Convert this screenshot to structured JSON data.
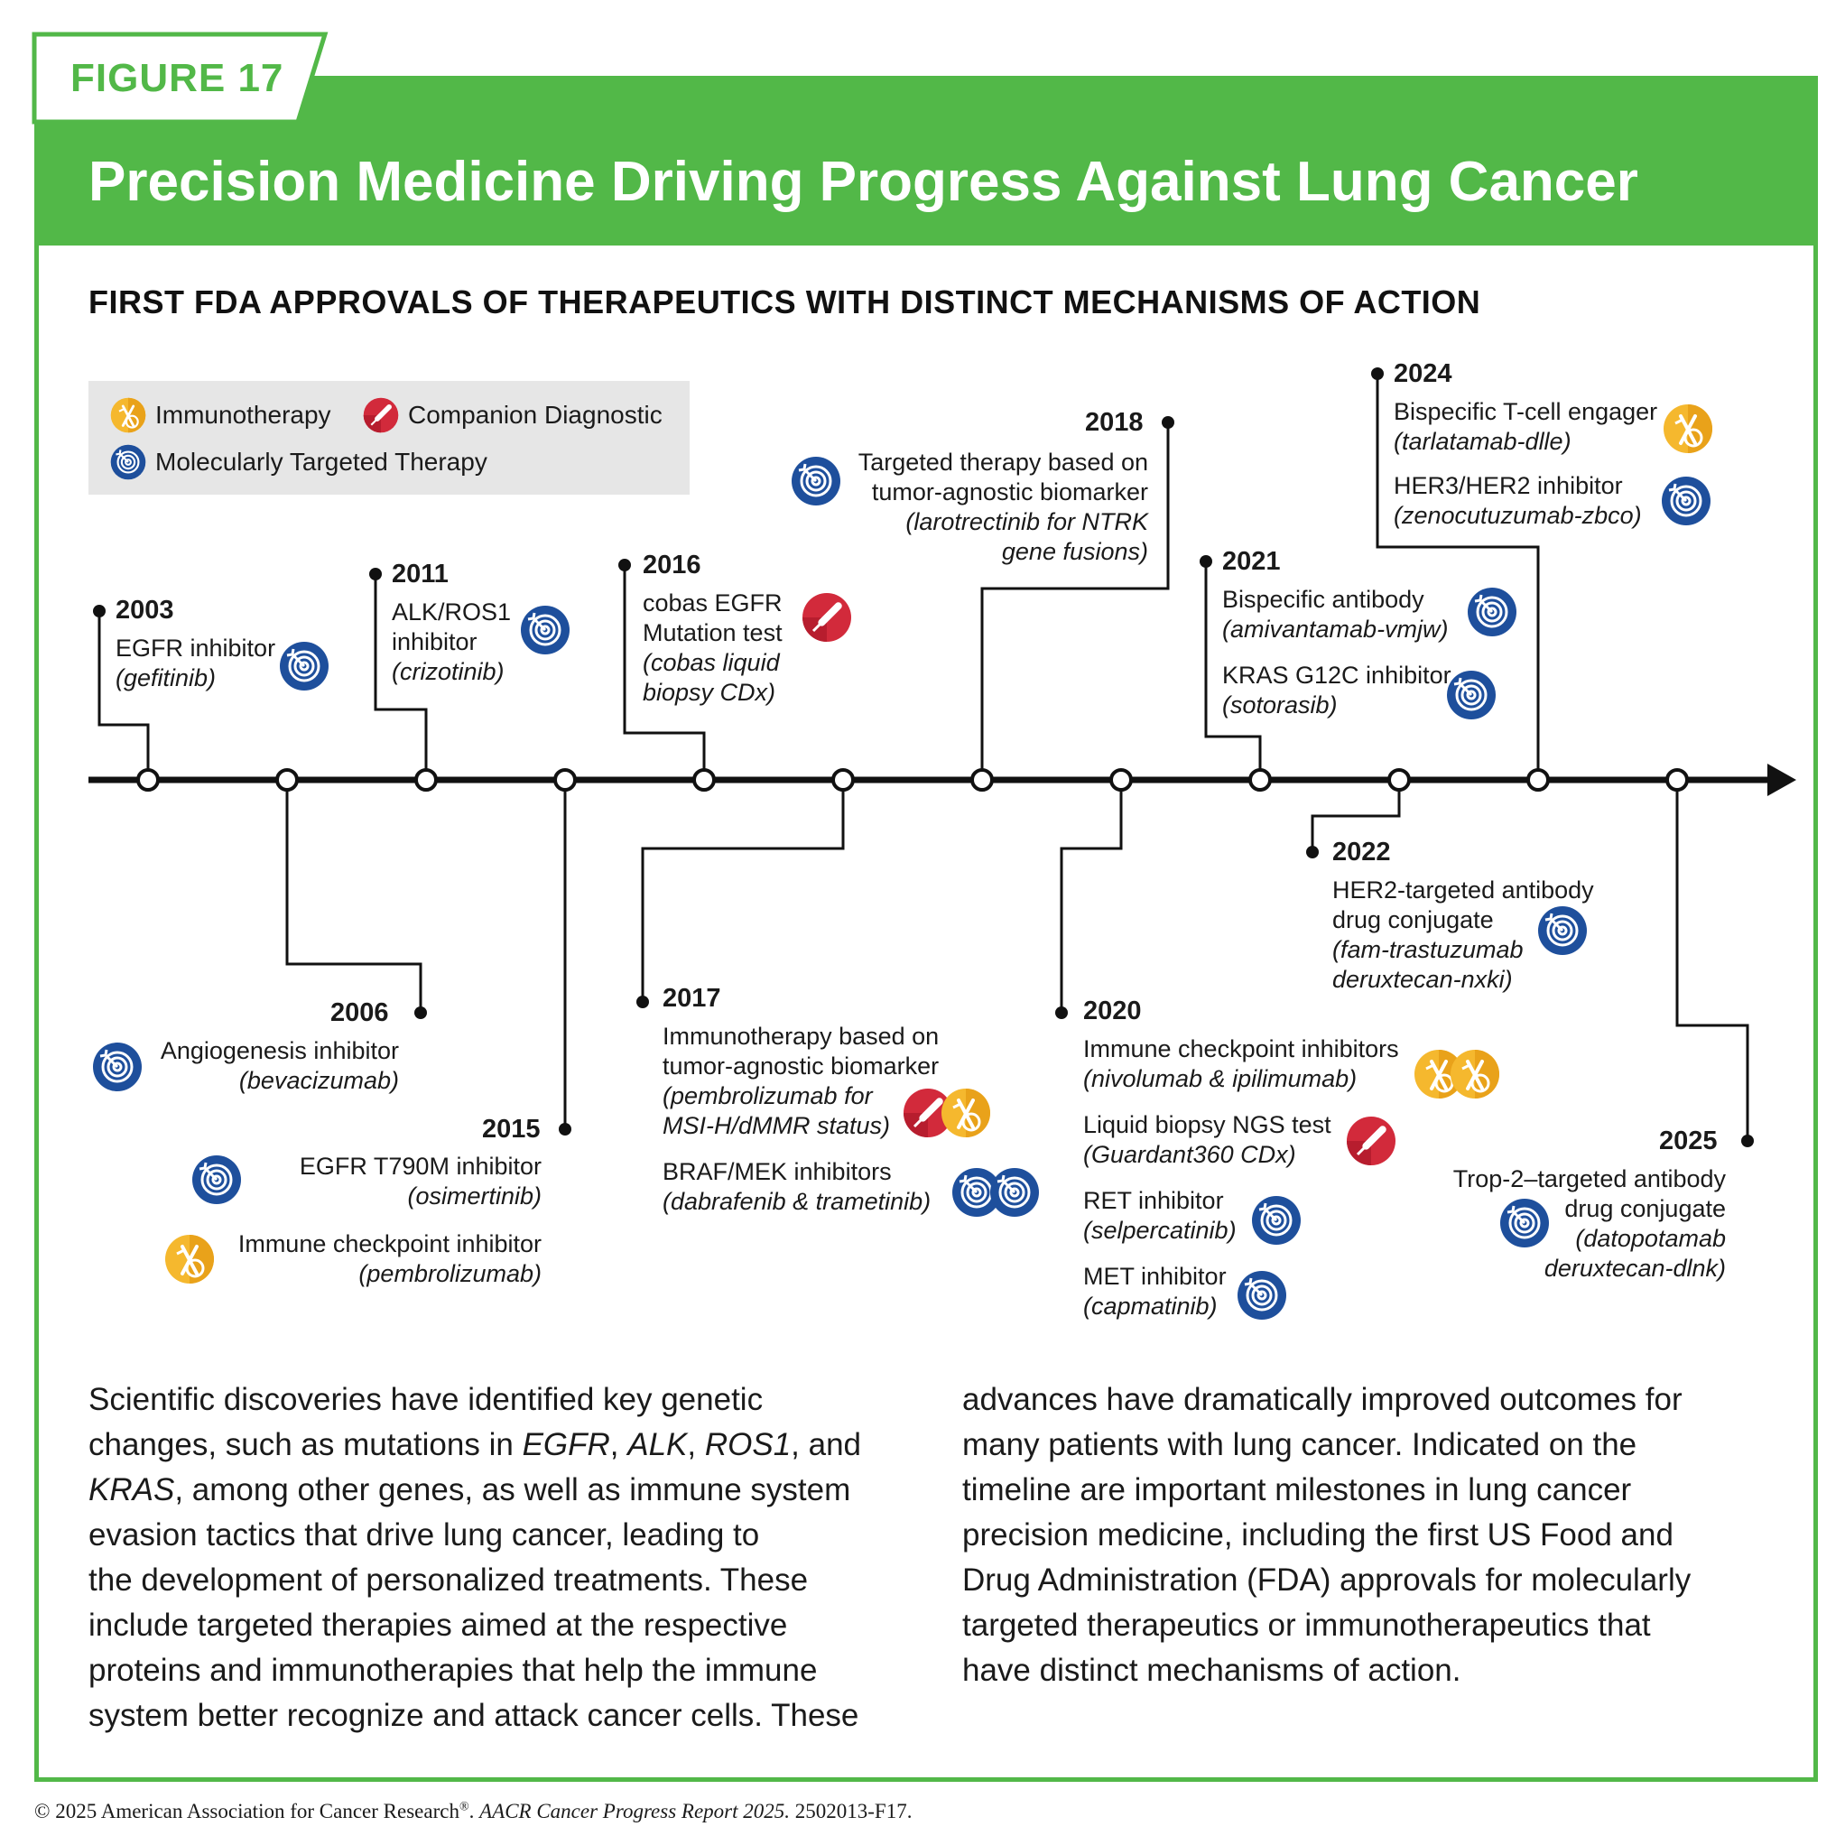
{
  "header": {
    "figure_label": "FIGURE 17",
    "title": "Precision Medicine Driving Progress Against Lung Cancer",
    "subtitle": "FIRST FDA APPROVALS OF THERAPEUTICS WITH DISTINCT MECHANISMS OF ACTION"
  },
  "legend": {
    "immunotherapy": "Immunotherapy",
    "companion_diagnostic": "Companion Diagnostic",
    "targeted_therapy": "Molecularly Targeted Therapy"
  },
  "colors": {
    "brand_green": "#52b848",
    "immunotherapy": "#f5b82e",
    "companion_diagnostic": "#d22a3b",
    "targeted_therapy": "#1e4f9c",
    "legend_bg": "#e6e6e6"
  },
  "icons": {
    "immunotherapy": "immunotherapy-icon",
    "companion_diagnostic": "companion-diagnostic-icon",
    "targeted_therapy": "targeted-therapy-icon"
  },
  "milestones": {
    "y2003": {
      "year": "2003",
      "line1": "EGFR inhibitor",
      "drug1": "(gefitinib)"
    },
    "y2006": {
      "year": "2006",
      "line1": "Angiogenesis inhibitor",
      "drug1": "(bevacizumab)"
    },
    "y2011": {
      "year": "2011",
      "line1": "ALK/ROS1",
      "line2": "inhibitor",
      "drug1": "(crizotinib)"
    },
    "y2015": {
      "year": "2015",
      "line1": "EGFR T790M inhibitor",
      "drug1": "(osimertinib)",
      "line2": "Immune checkpoint inhibitor",
      "drug2": "(pembrolizumab)"
    },
    "y2016": {
      "year": "2016",
      "line1": "cobas EGFR",
      "line2": "Mutation test",
      "drug1": "(cobas liquid",
      "drug2": "biopsy CDx)"
    },
    "y2017": {
      "year": "2017",
      "line1": "Immunotherapy based on",
      "line2": "tumor-agnostic biomarker",
      "drug1": "(pembrolizumab for",
      "drug2": "MSI-H/dMMR status)",
      "line3": "BRAF/MEK inhibitors",
      "drug3": "(dabrafenib & trametinib)"
    },
    "y2018": {
      "year": "2018",
      "line1": "Targeted therapy based on",
      "line2": "tumor-agnostic biomarker",
      "drug1": "(larotrectinib for NTRK",
      "drug2": "gene fusions)"
    },
    "y2020": {
      "year": "2020",
      "line1": "Immune checkpoint inhibitors",
      "drug1": "(nivolumab & ipilimumab)",
      "line2": "Liquid biopsy NGS test",
      "drug2": "(Guardant360 CDx)",
      "line3": "RET inhibitor",
      "drug3": "(selpercatinib)",
      "line4": "MET inhibitor",
      "drug4": "(capmatinib)"
    },
    "y2021": {
      "year": "2021",
      "line1": "Bispecific antibody",
      "drug1": "(amivantamab-vmjw)",
      "line2": "KRAS G12C inhibitor",
      "drug2": "(sotorasib)"
    },
    "y2022": {
      "year": "2022",
      "line1": "HER2-targeted antibody",
      "line2": "drug conjugate",
      "drug1": "(fam-trastuzumab",
      "drug2": "deruxtecan-nxki)"
    },
    "y2024": {
      "year": "2024",
      "line1": "Bispecific T-cell engager",
      "drug1": "(tarlatamab-dlle)",
      "line2": "HER3/HER2 inhibitor",
      "drug2": "(zenocutuzumab-zbco)"
    },
    "y2025": {
      "year": "2025",
      "line1": "Trop-2–targeted antibody",
      "line2": "drug conjugate",
      "drug1": "(datopotamab",
      "drug2": "deruxtecan-dlnk)"
    }
  },
  "body": {
    "col1_l1": "Scientific discoveries have identified key genetic",
    "col1_l2a": "changes, such as mutations in ",
    "gene_egfr": "EGFR",
    "sep1": ", ",
    "gene_alk": "ALK",
    "sep2": ", ",
    "gene_ros1": "ROS1",
    "col1_l2b": ", and",
    "gene_kras": "KRAS",
    "col1_l3": ", among other genes, as well as immune system",
    "col1_l4": "evasion tactics that drive lung cancer, leading to",
    "col1_l5": "the development of personalized treatments. These",
    "col1_l6": "include targeted therapies aimed at the respective",
    "col1_l7": "proteins and immunotherapies that help the immune",
    "col1_l8": "system better recognize and attack cancer cells. These",
    "col2_l1": "advances have dramatically improved outcomes for",
    "col2_l2": "many patients with lung cancer. Indicated on the",
    "col2_l3": "timeline are important milestones in lung cancer",
    "col2_l4": "precision medicine, including the first US Food and",
    "col2_l5": "Drug Administration (FDA) approvals for molecularly",
    "col2_l6": "targeted therapeutics or immunotherapeutics that",
    "col2_l7": "have distinct mechanisms of action."
  },
  "footer": {
    "copyright": "© 2025 American Association for Cancer Research",
    "reg": "®",
    "sep": ". ",
    "report": "AACR Cancer Progress Report 2025.",
    "code": " 2502013-F17."
  }
}
